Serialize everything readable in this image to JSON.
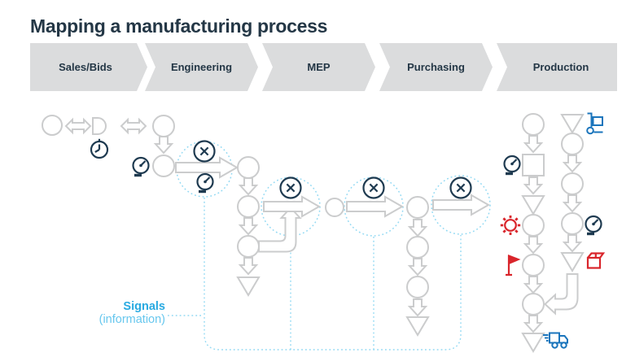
{
  "title": "Mapping a manufacturing process",
  "stages": [
    {
      "label": "Sales/Bids"
    },
    {
      "label": "Engineering"
    },
    {
      "label": "MEP"
    },
    {
      "label": "Purchasing"
    },
    {
      "label": "Production"
    }
  ],
  "legend": {
    "label": "Signals",
    "sublabel": "(information)"
  },
  "icons": [
    "clock-icon",
    "speedometer-icon",
    "stop-cross-icon",
    "sun-gear-icon",
    "flag-icon",
    "package-icon",
    "hand-truck-icon",
    "delivery-truck-icon"
  ],
  "colors": {
    "title": "#243746",
    "stage_bg": "#dbdcdd",
    "stage_text": "#243746",
    "shape_gray": "#cbcccd",
    "icon_navy": "#1e3a50",
    "signal_blue": "#29aae1",
    "signal_light": "#67c7ee",
    "dotted_blue": "#92d9f3",
    "alert_red": "#d9252b",
    "logistics_blue": "#1b75bc"
  }
}
